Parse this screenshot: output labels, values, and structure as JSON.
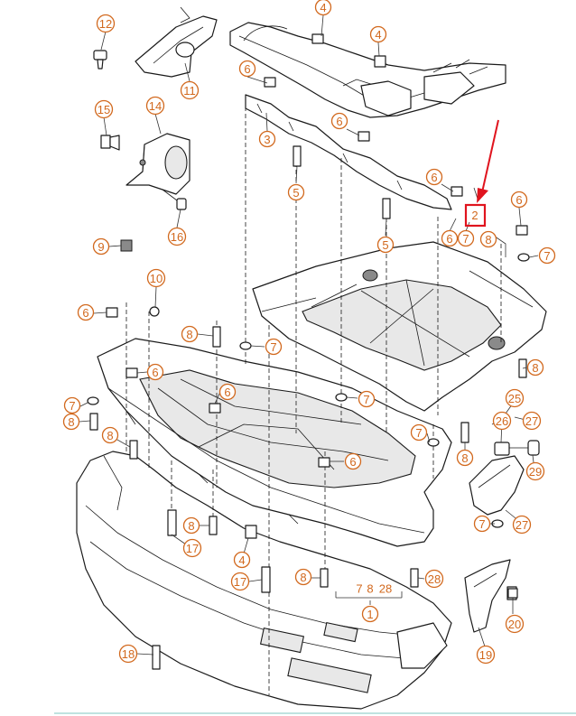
{
  "diagram": {
    "highlight_color": "#e0141e",
    "callout_color": "#d2691e",
    "highlighted_label": "2",
    "callouts": [
      {
        "id": "c4a",
        "label": "4"
      },
      {
        "id": "c12",
        "label": "12"
      },
      {
        "id": "c4b",
        "label": "4"
      },
      {
        "id": "c11",
        "label": "11"
      },
      {
        "id": "c6a",
        "label": "6"
      },
      {
        "id": "c15",
        "label": "15"
      },
      {
        "id": "c14",
        "label": "14"
      },
      {
        "id": "c3",
        "label": "3"
      },
      {
        "id": "c6b",
        "label": "6"
      },
      {
        "id": "c5a",
        "label": "5"
      },
      {
        "id": "c6c",
        "label": "6"
      },
      {
        "id": "c6d",
        "label": "6"
      },
      {
        "id": "c2",
        "label": "2"
      },
      {
        "id": "c16",
        "label": "16"
      },
      {
        "id": "c6e",
        "label": "6"
      },
      {
        "id": "c7a",
        "label": "7"
      },
      {
        "id": "c8a",
        "label": "8"
      },
      {
        "id": "c5b",
        "label": "5"
      },
      {
        "id": "c9",
        "label": "9"
      },
      {
        "id": "c7b",
        "label": "7"
      },
      {
        "id": "c10",
        "label": "10"
      },
      {
        "id": "c6f",
        "label": "6"
      },
      {
        "id": "c8b",
        "label": "8"
      },
      {
        "id": "c7c",
        "label": "7"
      },
      {
        "id": "c8c",
        "label": "8"
      },
      {
        "id": "c6g",
        "label": "6"
      },
      {
        "id": "c6h",
        "label": "6"
      },
      {
        "id": "c7d",
        "label": "7"
      },
      {
        "id": "c25",
        "label": "25"
      },
      {
        "id": "c7e",
        "label": "7"
      },
      {
        "id": "c26",
        "label": "26"
      },
      {
        "id": "c27a",
        "label": "27"
      },
      {
        "id": "c8d",
        "label": "8"
      },
      {
        "id": "c8e",
        "label": "8"
      },
      {
        "id": "c7f",
        "label": "7"
      },
      {
        "id": "c8f",
        "label": "8"
      },
      {
        "id": "c6i",
        "label": "6"
      },
      {
        "id": "c29",
        "label": "29"
      },
      {
        "id": "c17a",
        "label": "17"
      },
      {
        "id": "c7g",
        "label": "7"
      },
      {
        "id": "c27b",
        "label": "27"
      },
      {
        "id": "c8g",
        "label": "8"
      },
      {
        "id": "c4c",
        "label": "4"
      },
      {
        "id": "c17b",
        "label": "17"
      },
      {
        "id": "c8h",
        "label": "8"
      },
      {
        "id": "c28",
        "label": "28"
      },
      {
        "id": "c1",
        "label": "1"
      },
      {
        "id": "c20",
        "label": "20"
      },
      {
        "id": "c18",
        "label": "18"
      },
      {
        "id": "c19",
        "label": "19"
      }
    ],
    "group_label": {
      "items": [
        "7",
        "8",
        "28"
      ]
    }
  }
}
